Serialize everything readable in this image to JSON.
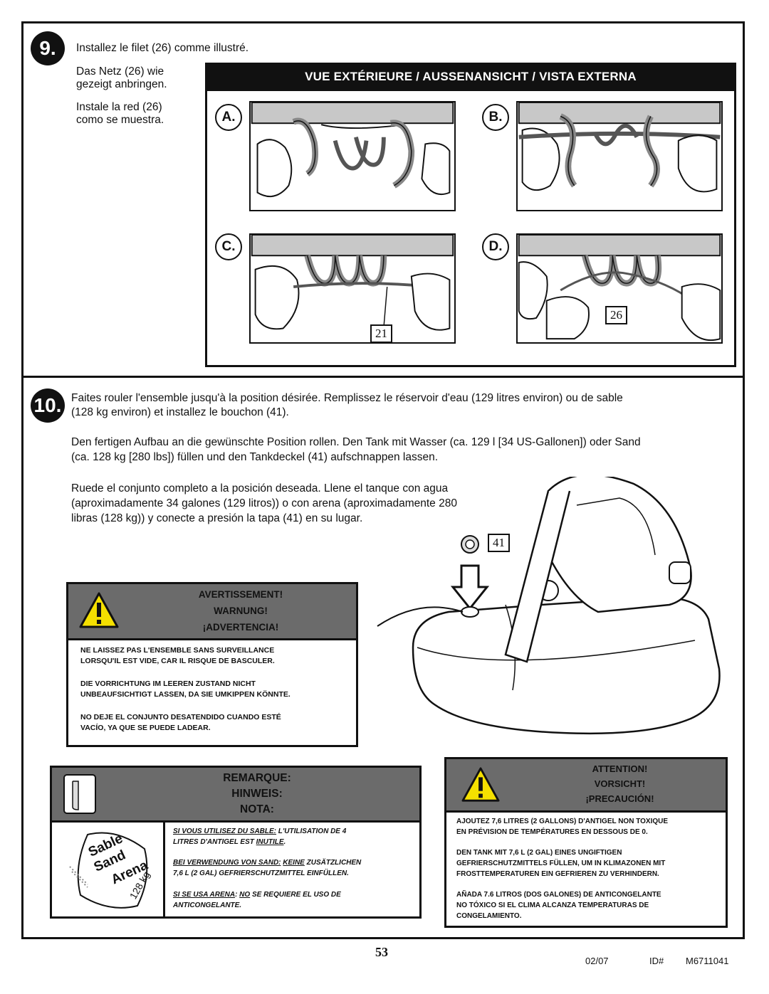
{
  "step9": {
    "number": "9.",
    "line_fr": "Installez le filet (26) comme illustré.",
    "line_de_1": "Das Netz (26) wie",
    "line_de_2": "gezeigt anbringen.",
    "line_es_1": "Instale la red (26)",
    "line_es_2": "como se muestra.",
    "banner": "VUE EXTÉRIEURE / AUSSENANSICHT / VISTA EXTERNA",
    "panels": [
      {
        "letter": "A."
      },
      {
        "letter": "B."
      },
      {
        "letter": "C."
      },
      {
        "letter": "D."
      }
    ],
    "callout_21": "21",
    "callout_26": "26"
  },
  "step10": {
    "number": "10.",
    "fr_1": "Faites rouler l'ensemble jusqu'à la position désirée. Remplissez le réservoir d'eau (129 litres environ) ou de sable",
    "fr_2": "(128 kg environ) et installez le bouchon (41).",
    "de_1": "Den fertigen Aufbau an die gewünschte Position rollen. Den Tank mit Wasser (ca. 129 l [34 US-Gallonen]) oder Sand",
    "de_2": "(ca. 128 kg [280 lbs]) füllen und den Tankdeckel (41) aufschnappen lassen.",
    "es_1": "Ruede el conjunto completo a la posición deseada. Llene el tanque con agua",
    "es_2": "(aproximadamente 34 galones (129 litros)) o con arena (aproximadamente 280",
    "es_3": "libras (128 kg)) y conecte a presión la tapa (41) en su lugar.",
    "callout_41": "41"
  },
  "warning": {
    "title_1": "AVERTISSEMENT!",
    "title_2": "WARNUNG!",
    "title_3": "¡ADVERTENCIA!",
    "fr_1": "NE LAISSEZ PAS L'ENSEMBLE SANS SURVEILLANCE",
    "fr_2": "LORSQU'IL EST VIDE, CAR IL RISQUE DE BASCULER.",
    "de_1": "DIE VORRICHTUNG IM LEEREN ZUSTAND NICHT",
    "de_2": "UNBEAUFSICHTIGT LASSEN, DA SIE UMKIPPEN KÖNNTE.",
    "es_1": "NO DEJE EL CONJUNTO DESATENDIDO CUANDO ESTÉ",
    "es_2": "VACÍO, YA QUE SE PUEDE LADEAR."
  },
  "note": {
    "title_1": "REMARQUE:",
    "title_2": "HINWEIS:",
    "title_3": "NOTA:",
    "bag_1": "Sable",
    "bag_2": "Sand",
    "bag_3": "Arena",
    "bag_4": "128 kg",
    "fr_a": "SI VOUS UTILISEZ DU SABLE:",
    "fr_b": " L'UTILISATION DE 4",
    "fr_c": "LITRES D'ANTIGEL EST ",
    "fr_d": "INUTILE",
    "fr_e": ".",
    "de_a": "BEI VERWENDUNG VON SAND:",
    "de_b": "  ",
    "de_c": "KEINE",
    "de_d": " ZUSÄTZLICHEN",
    "de_e": "7,6 L (2 GAL) GEFRIERSCHUTZMITTEL EINFÜLLEN.",
    "es_a": "SI SE USA ARENA",
    "es_b": ":  ",
    "es_c": "NO",
    "es_d": " SE REQUIERE EL USO DE",
    "es_e": "ANTICONGELANTE."
  },
  "attention": {
    "title_1": "ATTENTION!",
    "title_2": "VORSICHT!",
    "title_3": "¡PRECAUCIÓN!",
    "fr_1": "AJOUTEZ 7,6 LITRES (2 GALLONS) D'ANTIGEL NON TOXIQUE",
    "fr_2": "EN PRÉVISION DE TEMPÉRATURES EN DESSOUS DE 0.",
    "de_1": "DEN TANK MIT 7,6 L (2 GAL) EINES UNGIFTIGEN",
    "de_2": "GEFRIERSCHUTZMITTELS FÜLLEN, UM IN KLIMAZONEN MIT",
    "de_3": "FROSTTEMPERATUREN EIN GEFRIEREN ZU VERHINDERN.",
    "es_1": "AÑADA 7.6 LITROS (DOS GALONES) DE ANTICONGELANTE",
    "es_2": "NO TÓXICO SI EL CLIMA ALCANZA TEMPERATURAS DE",
    "es_3": "CONGELAMIENTO."
  },
  "footer": {
    "page": "53",
    "date": "02/07",
    "id_label": "ID#",
    "id_value": "M6711041"
  }
}
